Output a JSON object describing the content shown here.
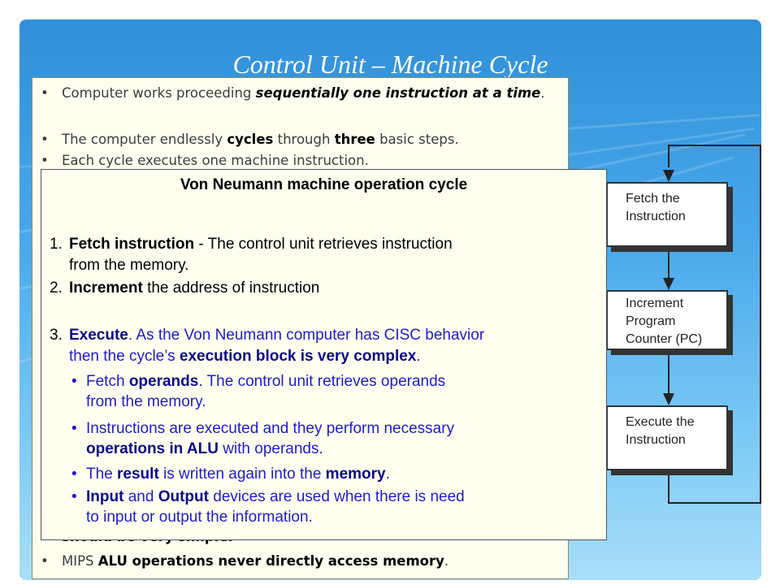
{
  "title": "Control Unit – Machine Cycle",
  "bullets": [
    {
      "pre": "Computer works proceeding ",
      "bold": "sequentially one instruction at a time",
      "post": "."
    },
    {
      "a": "The computer endlessly ",
      "b": "cycles",
      "c": " through ",
      "d": "three",
      "e": " basic steps."
    },
    {
      "text": "Each cycle executes one machine instruction."
    }
  ],
  "bottom_bullets": [
    {
      "text": "should be very simple."
    },
    {
      "a": "MIPS ",
      "b": "ALU operations never directly access memory",
      "c": "."
    }
  ],
  "popup": {
    "title": "Von Neumann machine operation cycle",
    "items": [
      {
        "n": "1.",
        "bold": "Fetch instruction",
        "rest": " -   The control unit retrieves instruction",
        "rest2": "from the memory."
      },
      {
        "n": "2.",
        "bold": "Increment",
        "rest": " the address of instruction"
      },
      {
        "n": "3.",
        "bold": "Execute",
        "rest": ". As the Von Neumann computer has CISC behavior",
        "rest2a": "then the cycle’s ",
        "rest2b": "execution block is very complex",
        "rest2c": "."
      }
    ],
    "subs": [
      {
        "a": "Fetch ",
        "b": "operands",
        "c": ". The control unit retrieves operands",
        "d": "from the memory."
      },
      {
        "a": "Instructions are executed and they perform necessary",
        "b": "operations in ALU",
        "c": " with operands."
      },
      {
        "a": "The ",
        "b": "result",
        "c": " is written again into the ",
        "d": "memory",
        "e": "."
      },
      {
        "a": "Input",
        "b": " and ",
        "c": "Output",
        "d": " devices are used when there is need",
        "e": "to input or output the information."
      }
    ]
  },
  "flowchart": {
    "box1": [
      "Fetch the",
      "Instruction"
    ],
    "box2": [
      "Increment",
      "Program",
      "Counter (PC)"
    ],
    "box3": [
      "Execute the",
      "Instruction"
    ]
  }
}
